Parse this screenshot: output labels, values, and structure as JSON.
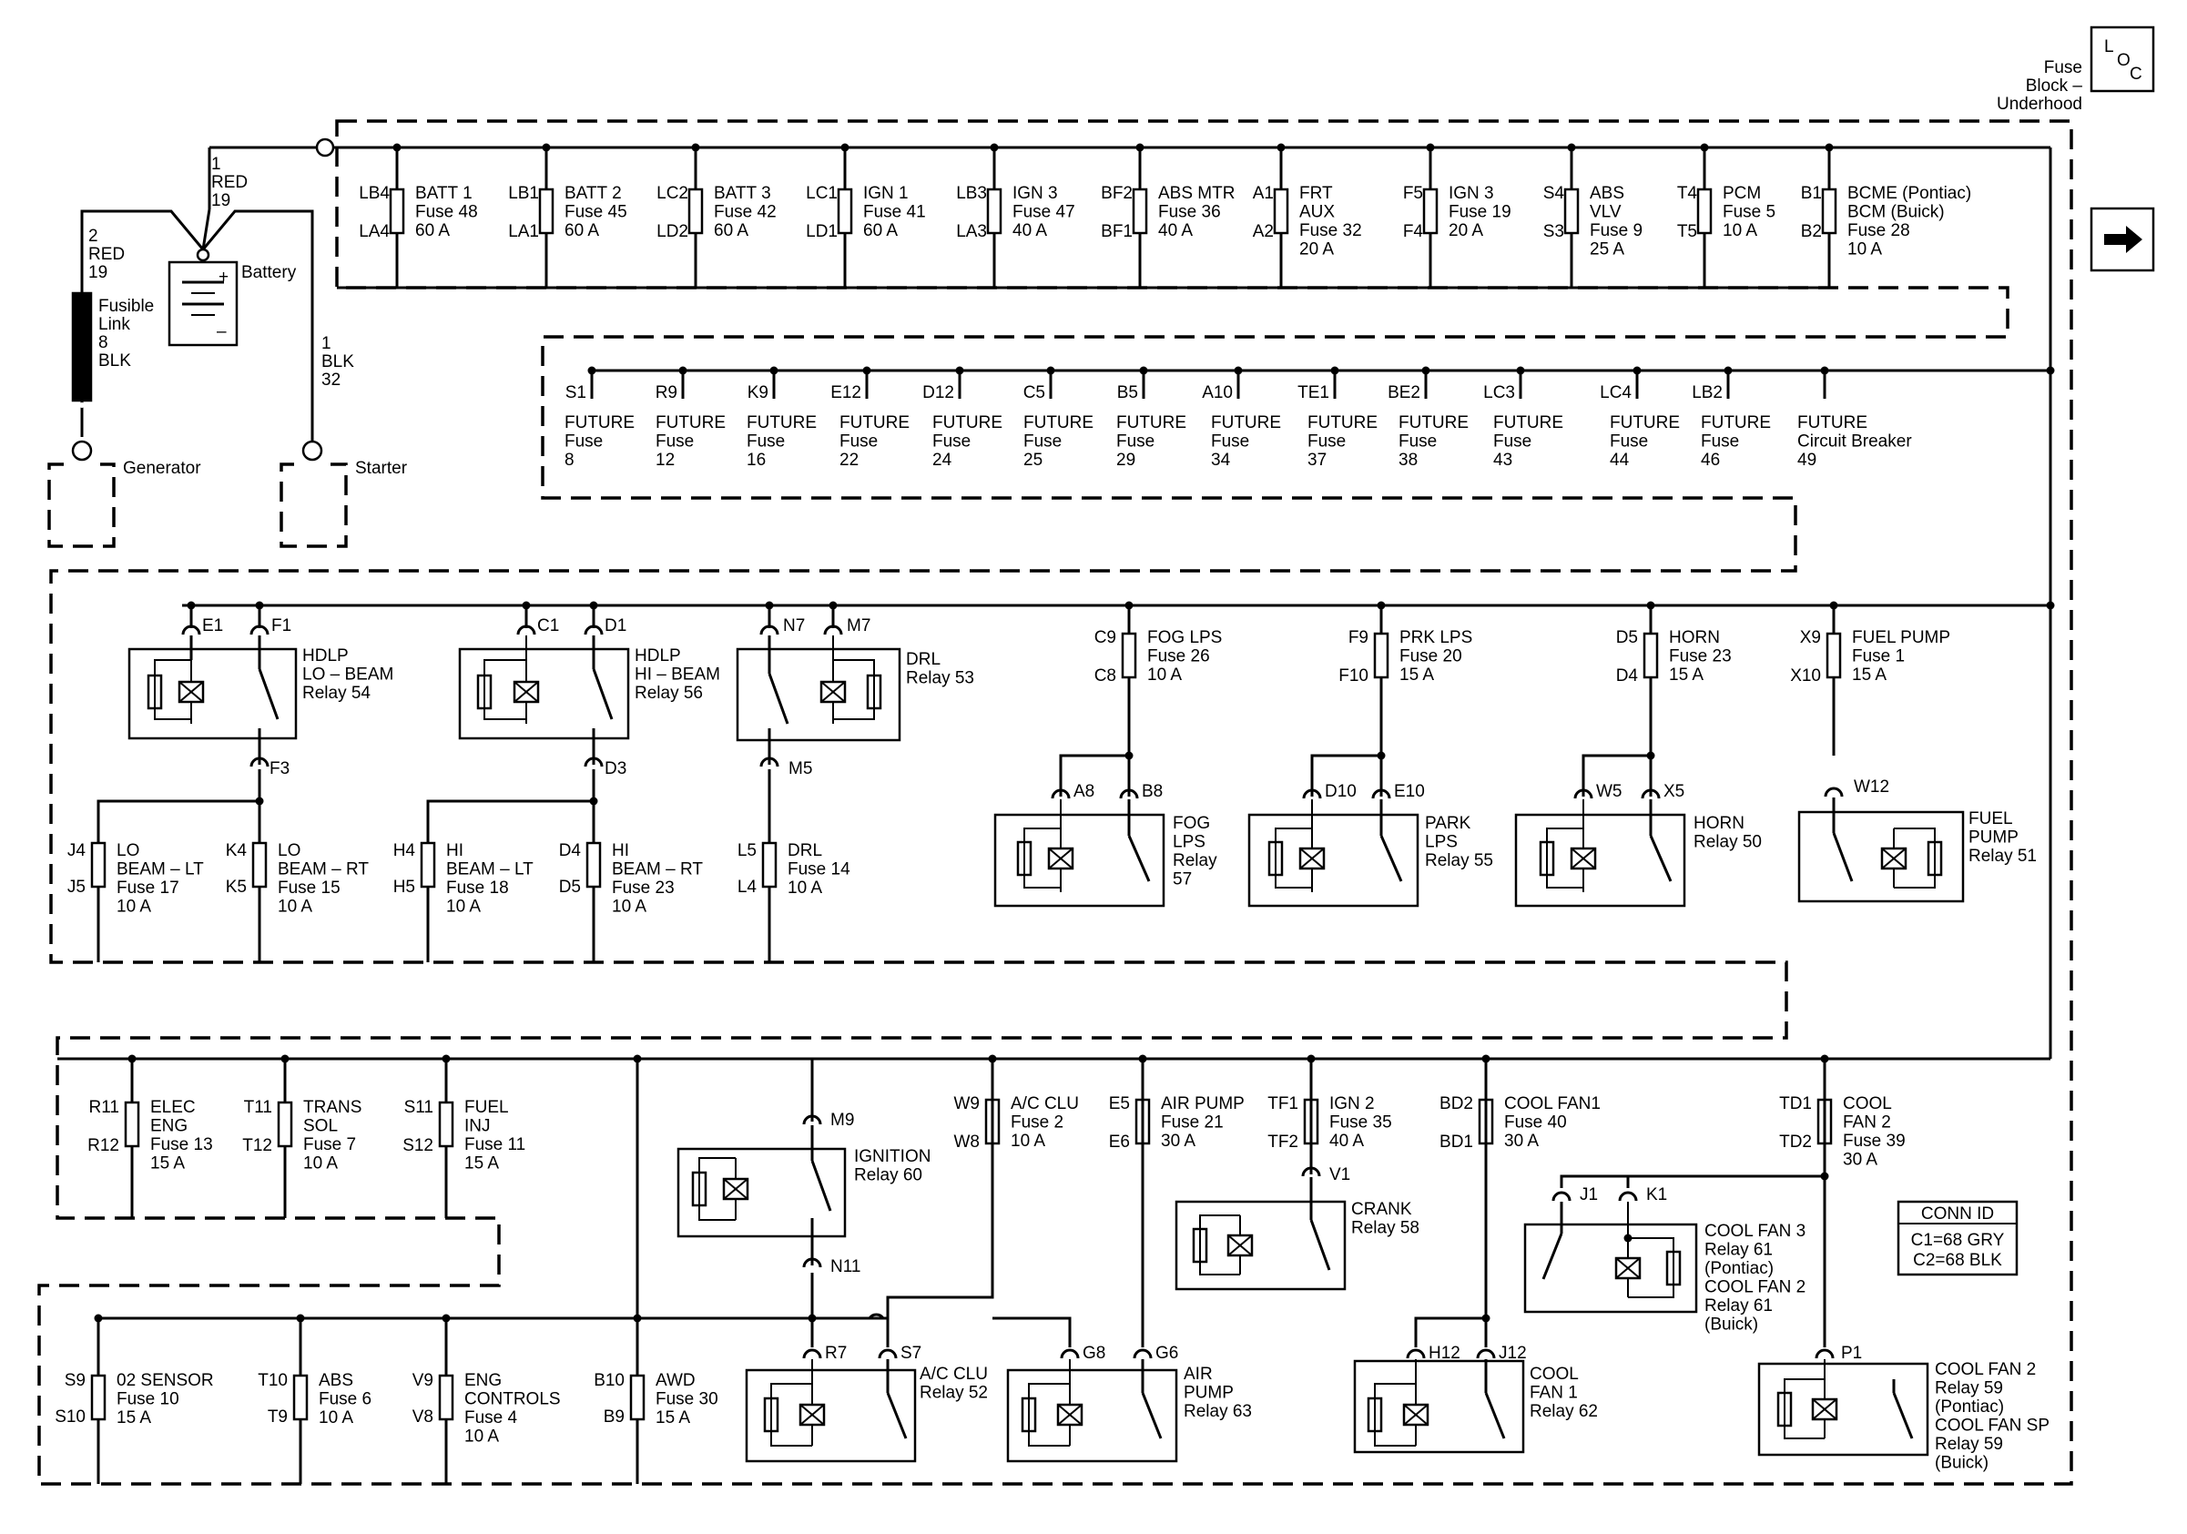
{
  "header": {
    "title_lines": [
      "Fuse",
      "Block –",
      "Underhood"
    ],
    "loc_icon_letters": [
      "L",
      "O",
      "C"
    ],
    "arrow_icon": "right-arrow-icon"
  },
  "battery": {
    "label": "Battery",
    "plus": "+",
    "minus": "–",
    "wire_top": [
      "1",
      "RED",
      "19"
    ],
    "wire_left": [
      "2",
      "RED",
      "19"
    ],
    "wire_right": [
      "1",
      "BLK",
      "32"
    ],
    "fusible_link": [
      "Fusible",
      "Link",
      "8",
      "BLK"
    ],
    "generator": "Generator",
    "starter": "Starter"
  },
  "top_fuses": [
    {
      "t": "LB4",
      "b": "LA4",
      "lines": [
        "BATT 1",
        "Fuse 48",
        "60 A"
      ]
    },
    {
      "t": "LB1",
      "b": "LA1",
      "lines": [
        "BATT 2",
        "Fuse 45",
        "60 A"
      ]
    },
    {
      "t": "LC2",
      "b": "LD2",
      "lines": [
        "BATT 3",
        "Fuse 42",
        "60 A"
      ]
    },
    {
      "t": "LC1",
      "b": "LD1",
      "lines": [
        "IGN 1",
        "Fuse 41",
        "60 A"
      ]
    },
    {
      "t": "LB3",
      "b": "LA3",
      "lines": [
        "IGN 3",
        "Fuse 47",
        "40 A"
      ]
    },
    {
      "t": "BF2",
      "b": "BF1",
      "lines": [
        "ABS MTR",
        "Fuse 36",
        "40 A"
      ]
    },
    {
      "t": "A1",
      "b": "A2",
      "lines": [
        "FRT",
        "AUX",
        "Fuse 32",
        "20 A"
      ]
    },
    {
      "t": "F5",
      "b": "F4",
      "lines": [
        "IGN 3",
        "Fuse 19",
        "20 A"
      ]
    },
    {
      "t": "S4",
      "b": "S3",
      "lines": [
        "ABS",
        "VLV",
        "Fuse 9",
        "25 A"
      ]
    },
    {
      "t": "T4",
      "b": "T5",
      "lines": [
        "PCM",
        "Fuse 5",
        "10 A"
      ]
    },
    {
      "t": "B1",
      "b": "B2",
      "lines": [
        "BCME (Pontiac)",
        "BCM (Buick)",
        "Fuse 28",
        "10 A"
      ]
    }
  ],
  "future_fuses": [
    {
      "pin": "S1",
      "lines": [
        "FUTURE",
        "Fuse",
        "8"
      ]
    },
    {
      "pin": "R9",
      "lines": [
        "FUTURE",
        "Fuse",
        "12"
      ]
    },
    {
      "pin": "K9",
      "lines": [
        "FUTURE",
        "Fuse",
        "16"
      ]
    },
    {
      "pin": "E12",
      "lines": [
        "FUTURE",
        "Fuse",
        "22"
      ]
    },
    {
      "pin": "D12",
      "lines": [
        "FUTURE",
        "Fuse",
        "24"
      ]
    },
    {
      "pin": "C5",
      "lines": [
        "FUTURE",
        "Fuse",
        "25"
      ]
    },
    {
      "pin": "B5",
      "lines": [
        "FUTURE",
        "Fuse",
        "29"
      ]
    },
    {
      "pin": "A10",
      "lines": [
        "FUTURE",
        "Fuse",
        "34"
      ]
    },
    {
      "pin": "TE1",
      "lines": [
        "FUTURE",
        "Fuse",
        "37"
      ]
    },
    {
      "pin": "BE2",
      "lines": [
        "FUTURE",
        "Fuse",
        "38"
      ]
    },
    {
      "pin": "LC3",
      "lines": [
        "FUTURE",
        "Fuse",
        "43"
      ]
    },
    {
      "pin": "LC4",
      "lines": [
        "FUTURE",
        "Fuse",
        "44"
      ]
    },
    {
      "pin": "LB2",
      "lines": [
        "FUTURE",
        "Fuse",
        "46"
      ]
    },
    {
      "pin": "",
      "lines": [
        "FUTURE",
        "Circuit Breaker",
        "49"
      ]
    }
  ],
  "section3": {
    "relay_hdlp_lo": {
      "pins": [
        "E1",
        "F1",
        "F3"
      ],
      "lines": [
        "HDLP",
        "LO – BEAM",
        "Relay 54"
      ]
    },
    "relay_hdlp_hi": {
      "pins": [
        "C1",
        "D1",
        "D3"
      ],
      "lines": [
        "HDLP",
        "HI – BEAM",
        "Relay 56"
      ]
    },
    "relay_drl": {
      "pins": [
        "N7",
        "M7",
        "M5"
      ],
      "lines": [
        "DRL",
        "Relay 53"
      ]
    },
    "fuses": [
      {
        "t": "J4",
        "b": "J5",
        "lines": [
          "LO",
          "BEAM – LT",
          "Fuse 17",
          "10 A"
        ]
      },
      {
        "t": "K4",
        "b": "K5",
        "lines": [
          "LO",
          "BEAM – RT",
          "Fuse 15",
          "10 A"
        ]
      },
      {
        "t": "H4",
        "b": "H5",
        "lines": [
          "HI",
          "BEAM – LT",
          "Fuse 18",
          "10 A"
        ]
      },
      {
        "t": "D4",
        "b": "D5",
        "lines": [
          "HI",
          "BEAM – RT",
          "Fuse 23",
          "10 A"
        ]
      },
      {
        "t": "L5",
        "b": "L4",
        "lines": [
          "DRL",
          "Fuse 14",
          "10 A"
        ]
      },
      {
        "t": "C9",
        "b": "C8",
        "lines": [
          "FOG LPS",
          "Fuse 26",
          "10 A"
        ]
      },
      {
        "t": "F9",
        "b": "F10",
        "lines": [
          "PRK LPS",
          "Fuse 20",
          "15 A"
        ]
      },
      {
        "t": "D5",
        "b": "D4",
        "lines": [
          "HORN",
          "Fuse 23",
          "15 A"
        ]
      },
      {
        "t": "X9",
        "b": "X10",
        "lines": [
          "FUEL PUMP",
          "Fuse 1",
          "15 A"
        ]
      }
    ],
    "relay_fog": {
      "pins": [
        "A8",
        "B8"
      ],
      "lines": [
        "FOG",
        "LPS",
        "Relay",
        "57"
      ]
    },
    "relay_park": {
      "pins": [
        "D10",
        "E10"
      ],
      "lines": [
        "PARK",
        "LPS",
        "Relay 55"
      ]
    },
    "relay_horn": {
      "pins": [
        "W5",
        "X5"
      ],
      "lines": [
        "HORN",
        "Relay 50"
      ]
    },
    "relay_fuelpump": {
      "pins": [
        "W12"
      ],
      "lines": [
        "FUEL",
        "PUMP",
        "Relay 51"
      ]
    }
  },
  "section4": {
    "fuses_left": [
      {
        "t": "R11",
        "b": "R12",
        "lines": [
          "ELEC",
          "ENG",
          "Fuse 13",
          "15 A"
        ]
      },
      {
        "t": "T11",
        "b": "T12",
        "lines": [
          "TRANS",
          "SOL",
          "Fuse 7",
          "10 A"
        ]
      },
      {
        "t": "S11",
        "b": "S12",
        "lines": [
          "FUEL",
          "INJ",
          "Fuse 11",
          "15 A"
        ]
      }
    ],
    "relay_ignition": {
      "pins": [
        "M9",
        "N11"
      ],
      "lines": [
        "IGNITION",
        "Relay 60"
      ]
    },
    "fuses_mid": [
      {
        "t": "W9",
        "b": "W8",
        "lines": [
          "A/C CLU",
          "Fuse 2",
          "10 A"
        ]
      },
      {
        "t": "E5",
        "b": "E6",
        "lines": [
          "AIR PUMP",
          "Fuse 21",
          "30 A"
        ]
      },
      {
        "t": "TF1",
        "b": "TF2",
        "lines": [
          "IGN 2",
          "Fuse 35",
          "40 A"
        ]
      },
      {
        "t": "BD2",
        "b": "BD1",
        "lines": [
          "COOL FAN1",
          "Fuse 40",
          "30 A"
        ]
      },
      {
        "t": "TD1",
        "b": "TD2",
        "lines": [
          "COOL",
          "FAN 2",
          "Fuse 39",
          "30 A"
        ]
      }
    ],
    "relay_crank": {
      "pins": [
        "V1"
      ],
      "lines": [
        "CRANK",
        "Relay 58"
      ]
    },
    "relay_coolfan3": {
      "pins": [
        "J1",
        "K1"
      ],
      "lines": [
        "COOL FAN 3",
        "Relay 61",
        "(Pontiac)",
        "COOL FAN 2",
        "Relay 61",
        "(Buick)"
      ]
    },
    "conn_id": {
      "title": "CONN ID",
      "lines": [
        "C1=68 GRY",
        "C2=68 BLK"
      ]
    }
  },
  "section5": {
    "fuses": [
      {
        "t": "S9",
        "b": "S10",
        "lines": [
          "02 SENSOR",
          "Fuse 10",
          "15 A"
        ]
      },
      {
        "t": "T10",
        "b": "T9",
        "lines": [
          "ABS",
          "Fuse 6",
          "10 A"
        ]
      },
      {
        "t": "V9",
        "b": "V8",
        "lines": [
          "ENG",
          "CONTROLS",
          "Fuse 4",
          "10 A"
        ]
      },
      {
        "t": "B10",
        "b": "B9",
        "lines": [
          "AWD",
          "Fuse 30",
          "15 A"
        ]
      }
    ],
    "relay_ac": {
      "pins": [
        "R7",
        "S7"
      ],
      "lines": [
        "A/C CLU",
        "Relay 52"
      ]
    },
    "relay_air": {
      "pins": [
        "G8",
        "G6"
      ],
      "lines": [
        "AIR",
        "PUMP",
        "Relay 63"
      ]
    },
    "relay_coolfan1": {
      "pins": [
        "H12",
        "J12"
      ],
      "lines": [
        "COOL",
        "FAN 1",
        "Relay 62"
      ]
    },
    "relay_coolfan2": {
      "pins": [
        "P1"
      ],
      "lines": [
        "COOL FAN 2",
        "Relay 59",
        "(Pontiac)",
        "COOL FAN SP",
        "Relay 59",
        "(Buick)"
      ]
    }
  }
}
